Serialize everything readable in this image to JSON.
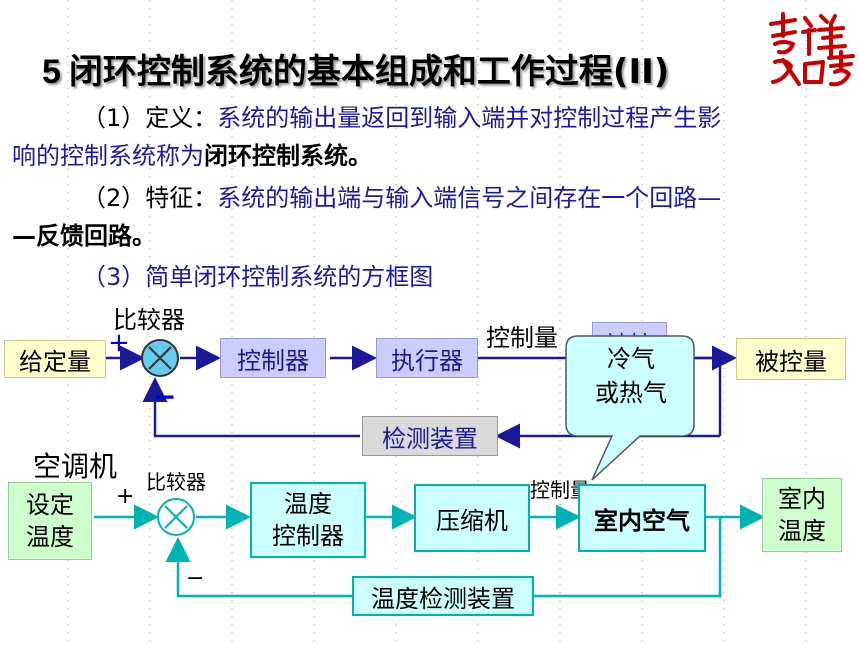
{
  "title": {
    "number": "5",
    "text": "闭环控制系统的基本组成和工作过程(II)"
  },
  "definition": {
    "label": "（1）定义：",
    "text_line1": "系统的输出量返回到输入端并对控制过程产生影",
    "text_line2": "响的控制系统称为",
    "term": "闭环控制系统。"
  },
  "feature": {
    "label": "（2）特征：",
    "text_line1": "系统的输出端与输入端信号之间存在一个回路—",
    "term": "—反馈回路。"
  },
  "diagram_heading": "（3）简单闭环控制系统的方框图",
  "diagram1": {
    "comparator_label": "比较器",
    "plus": "+",
    "minus": "−",
    "input": "给定量",
    "controller": "控制器",
    "actuator": "执行器",
    "control_var_label": "控制量",
    "plant_partial": "被控",
    "output": "被控量",
    "feedback": "检测装置",
    "callout": "冷气\n或热气"
  },
  "diagram2": {
    "system_label": "空调机",
    "comparator_label": "比较器",
    "plus": "+",
    "minus": "−",
    "input": "设定\n温度",
    "controller": "温度\n控制器",
    "actuator": "压缩机",
    "control_var_label": "控制量",
    "plant": "室内空气",
    "output": "室内\n温度",
    "feedback": "温度检测装置"
  },
  "colors": {
    "arrow_blue": "#1a1a99",
    "arrow_cyan": "#00b3b3",
    "plus_minus": "#0000cc",
    "title_shadow": "#9a9a9a",
    "seal_red": "#cc0000"
  }
}
